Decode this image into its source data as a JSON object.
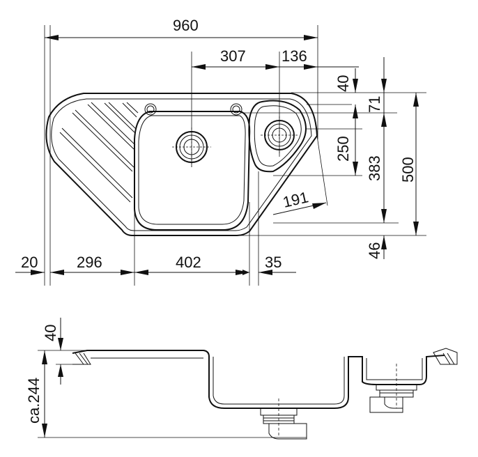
{
  "plan_view": {
    "dim_overall_width": "960",
    "dim_bowl_centers": "307",
    "dim_small_bowl_offset": "136",
    "dim_top_offset": "40",
    "dim_71": "71",
    "dim_250": "250",
    "dim_383": "383",
    "dim_overall_depth": "500",
    "dim_diag_191": "191",
    "dim_bottom_46": "46",
    "dim_left_20": "20",
    "dim_drainer_296": "296",
    "dim_bowl_402": "402",
    "dim_35": "35"
  },
  "section_view": {
    "dim_rim_40": "40",
    "dim_depth_244": "ca.244"
  },
  "colors": {
    "line": "#111111",
    "background": "#ffffff"
  }
}
